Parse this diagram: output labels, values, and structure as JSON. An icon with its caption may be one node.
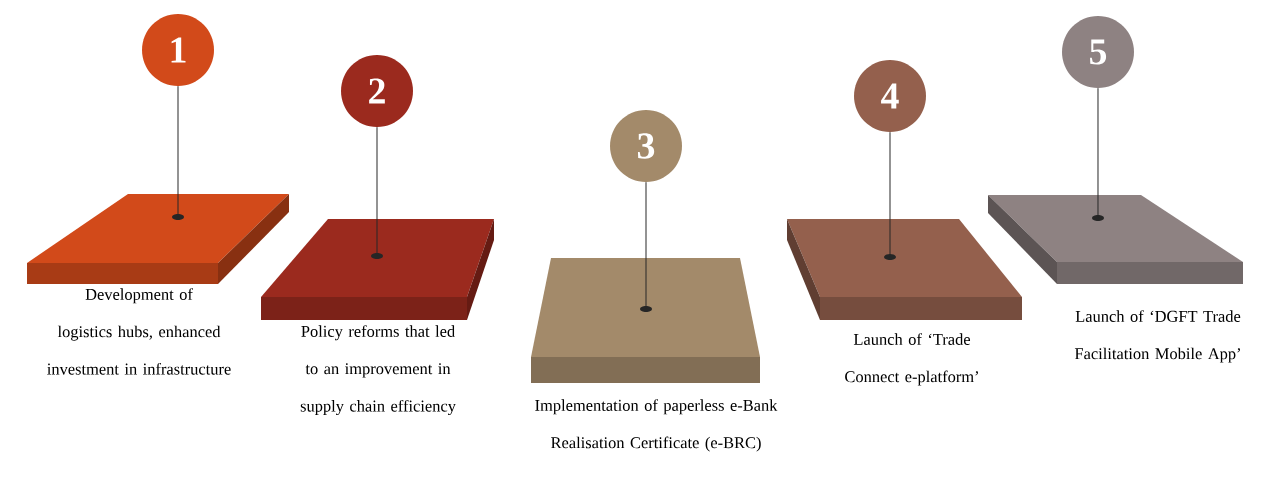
{
  "diagram": {
    "nodes": [
      {
        "text": [
          "1"
        ]
      },
      {
        "text": [],
        "shape": "box",
        "beside": [
          "Development of logistics hubs, enhanced investment in infrastructure"
        ]
      },
      {
        "text": [
          "2"
        ]
      },
      {
        "text": [],
        "shape": "box",
        "beside": [
          "Policy reforms that led to an improvement in supply chain efficiency"
        ]
      },
      {
        "text": [
          "3"
        ]
      },
      {
        "text": [],
        "shape": "box",
        "beside": [
          "Implementation of paperless e-Bank Realisation Certificate (e-BRC)"
        ]
      },
      {
        "text": [
          "4"
        ]
      },
      {
        "text": [],
        "shape": "box",
        "beside": [
          "Launch of ‘Trade Connect e-platform’"
        ]
      },
      {
        "text": [
          "5"
        ]
      },
      {
        "text": [],
        "shape": "box",
        "beside": [
          "Launch of ‘DGFT Trade Facilitation Mobile App’"
        ]
      }
    ],
    "edges": [
      {
        "from": 0,
        "to": 1,
        "arrow": "none"
      },
      {
        "from": 2,
        "to": 3,
        "arrow": "none"
      },
      {
        "from": 4,
        "to": 5,
        "arrow": "none"
      },
      {
        "from": 6,
        "to": 7,
        "arrow": "none"
      },
      {
        "from": 8,
        "to": 9,
        "arrow": "none"
      }
    ]
  }
}
